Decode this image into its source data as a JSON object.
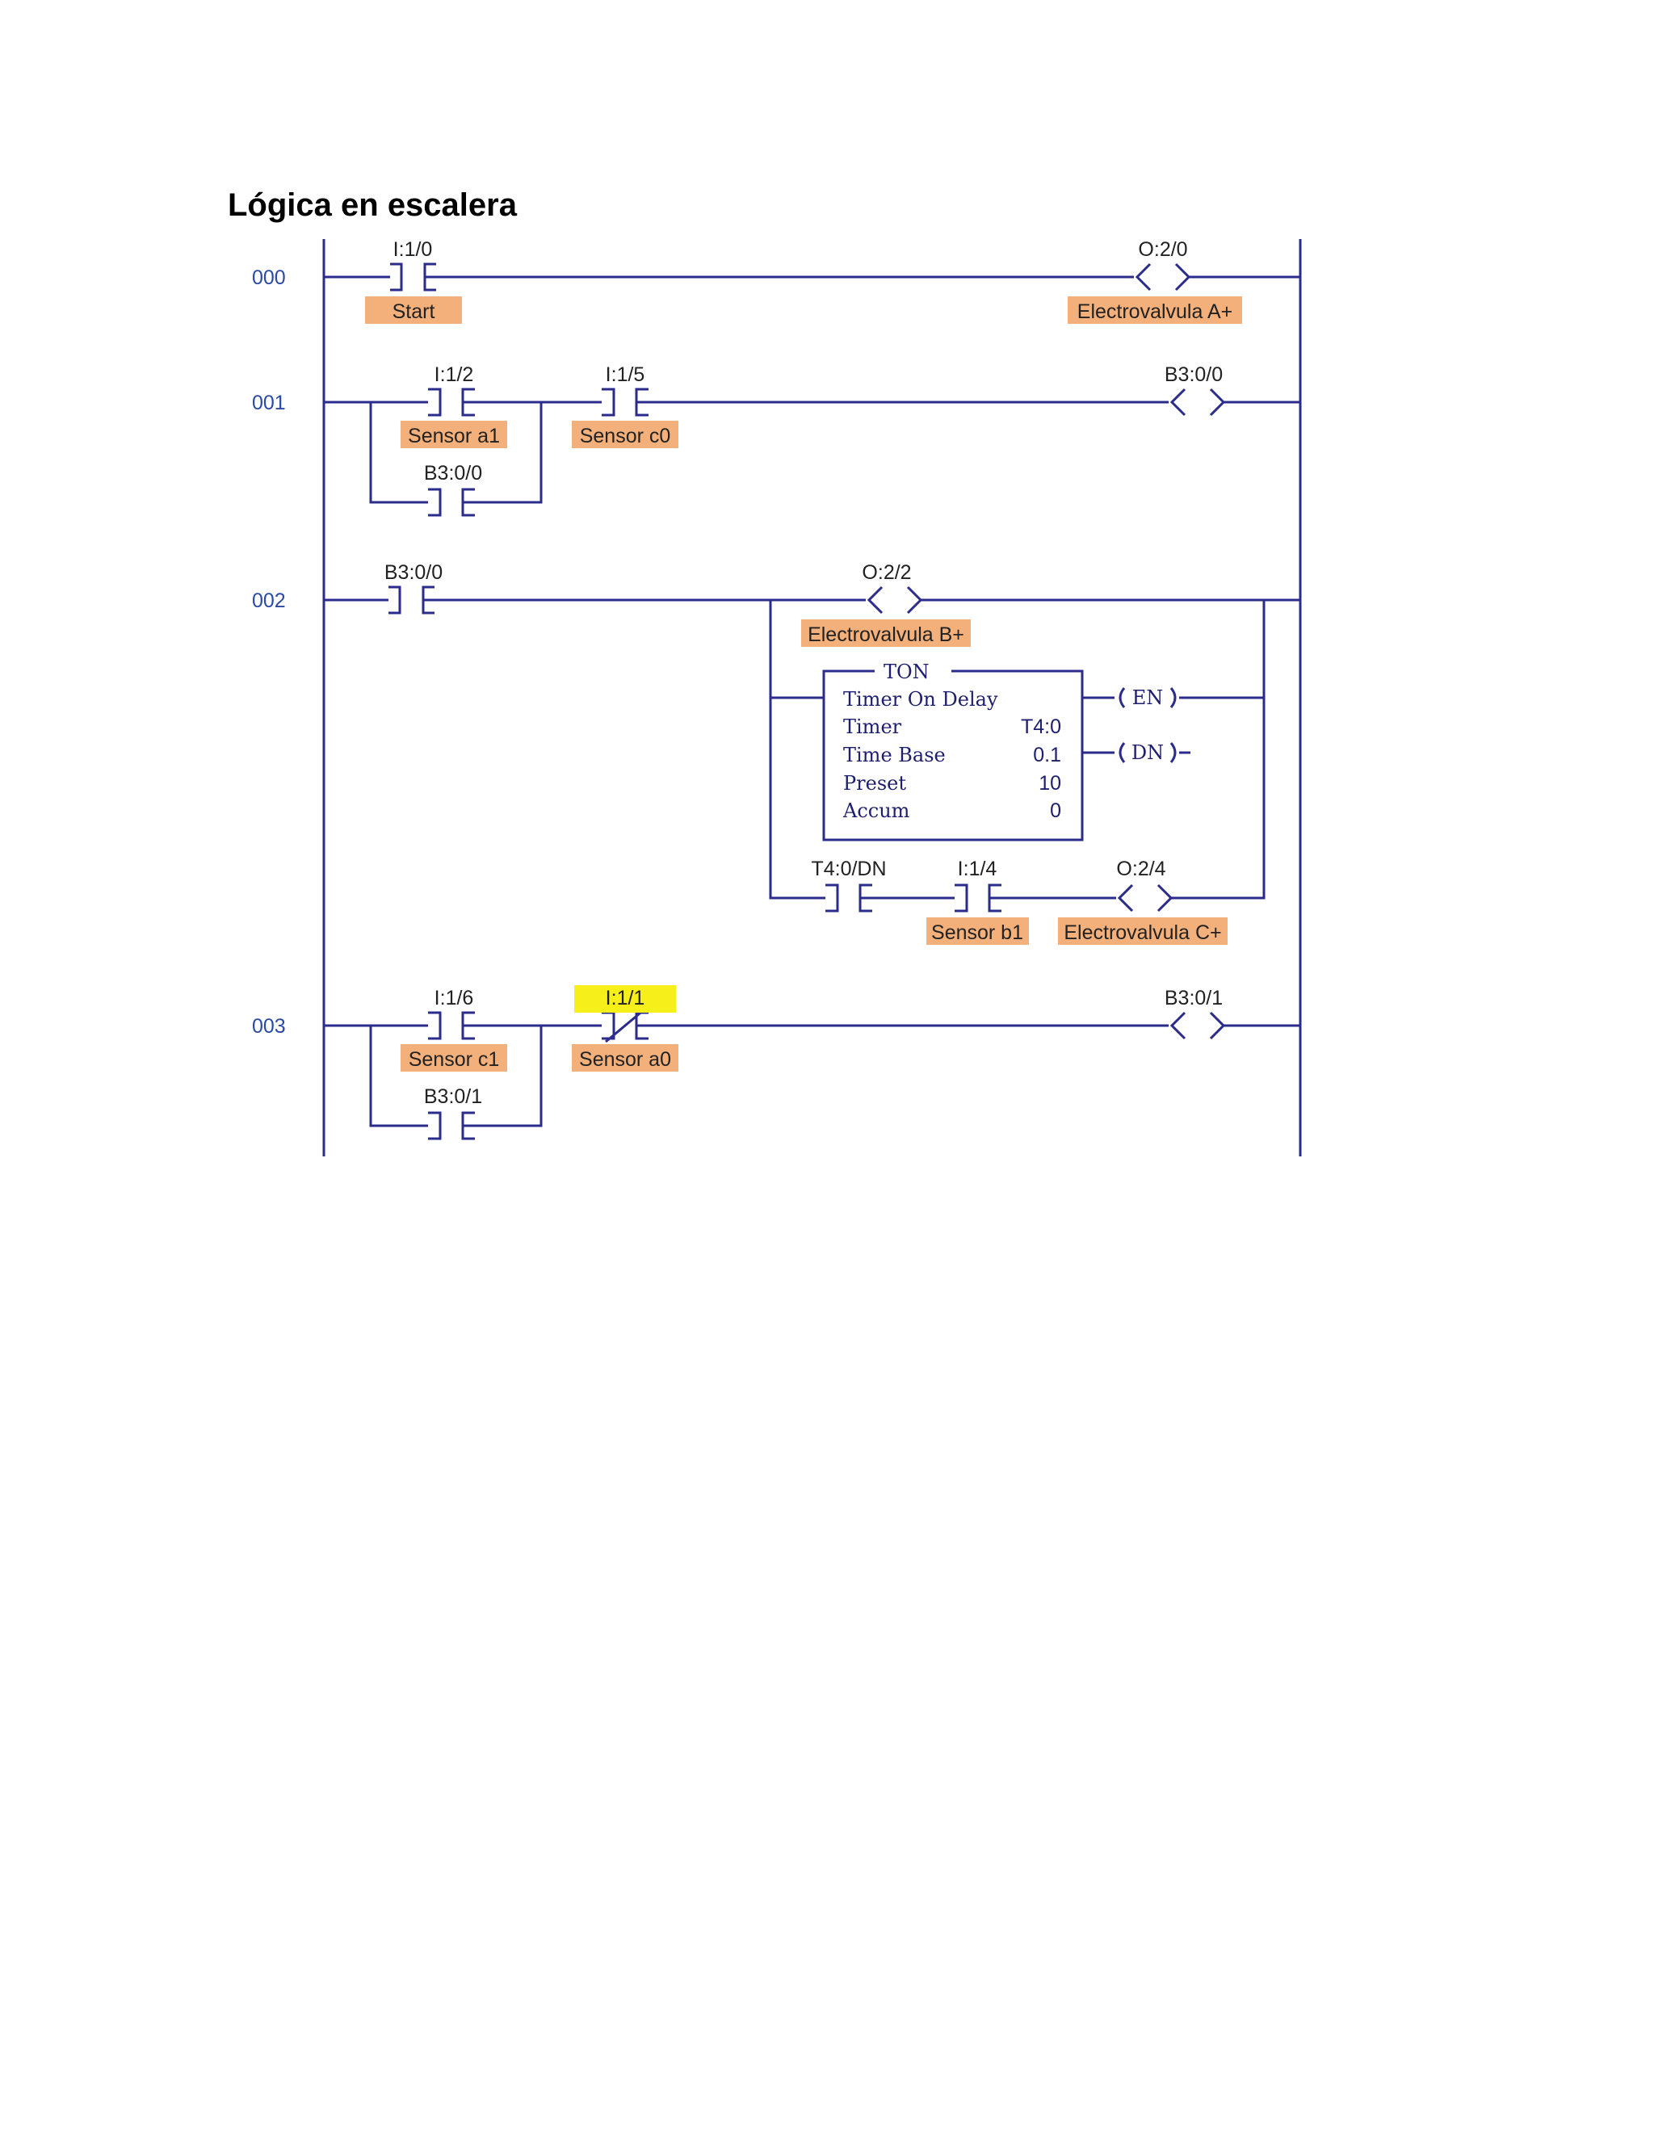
{
  "title": "Lógica en escalera",
  "colors": {
    "wire": "#2b2b8c",
    "label_bg": "#f3b07a",
    "highlight": "#f6ef1a",
    "rung_number": "#2a4aa8"
  },
  "rungs": [
    {
      "number": "000",
      "contacts": [
        {
          "address": "I:1/0",
          "label": "Start",
          "type": "NO"
        }
      ],
      "coil": {
        "address": "O:2/0",
        "label": "Electrovalvula A+"
      }
    },
    {
      "number": "001",
      "contacts": [
        {
          "address": "I:1/2",
          "label": "Sensor a1",
          "type": "NO"
        },
        {
          "address": "B3:0/0",
          "label": "",
          "type": "NO",
          "branch": true
        },
        {
          "address": "I:1/5",
          "label": "Sensor c0",
          "type": "NO"
        }
      ],
      "coil": {
        "address": "B3:0/0",
        "label": ""
      }
    },
    {
      "number": "002",
      "contacts": [
        {
          "address": "B3:0/0",
          "label": "",
          "type": "NO"
        },
        {
          "address": "T4:0/DN",
          "label": "",
          "type": "NO"
        },
        {
          "address": "I:1/4",
          "label": "Sensor b1",
          "type": "NO"
        }
      ],
      "coils": [
        {
          "address": "O:2/2",
          "label": "Electrovalvula B+"
        },
        {
          "address": "O:2/4",
          "label": "Electrovalvula C+"
        }
      ],
      "timer": {
        "header": "TON",
        "title": "Timer On Delay",
        "rows": [
          {
            "label": "Timer",
            "value": "T4:0"
          },
          {
            "label": "Time Base",
            "value": "0.1"
          },
          {
            "label": "Preset",
            "value": "10"
          },
          {
            "label": "Accum",
            "value": "0"
          }
        ],
        "outputs": [
          "EN",
          "DN"
        ]
      }
    },
    {
      "number": "003",
      "contacts": [
        {
          "address": "I:1/6",
          "label": "Sensor c1",
          "type": "NO"
        },
        {
          "address": "B3:0/1",
          "label": "",
          "type": "NO",
          "branch": true
        },
        {
          "address": "I:1/1",
          "label": "Sensor a0",
          "type": "NC",
          "highlighted": true
        }
      ],
      "coil": {
        "address": "B3:0/1",
        "label": ""
      }
    }
  ]
}
